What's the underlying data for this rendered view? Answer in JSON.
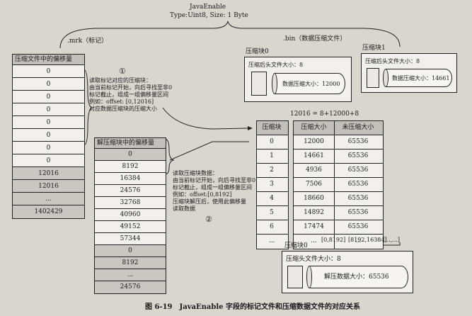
{
  "top": {
    "title": "JavaEnable",
    "subtitle": "Type:Uint8, Size: 1 Byte"
  },
  "mrk_label": ".mrk（标记）",
  "bin_label": ".bin（数据压缩文件）",
  "left_table": {
    "header": "压缩文件中的偏移量",
    "rows": [
      "0",
      "0",
      "0",
      "0",
      "0",
      "0",
      "0",
      "0",
      "12016",
      "12016",
      "...",
      "1402429"
    ]
  },
  "mid_table": {
    "header": "解压缩块中的偏移量",
    "rows": [
      "0",
      "8192",
      "16384",
      "24576",
      "32768",
      "40960",
      "49152",
      "57344",
      "0",
      "8192",
      "...",
      "24576"
    ]
  },
  "note1": {
    "num": "①",
    "lines": [
      "读取标记对应的压缩块：",
      "由当前标记开始，向后寻找至非0",
      "标记截止，组成一组偏移量区间",
      "例如：offset: [0,12016]",
      "对应数据压缩块的压缩大小"
    ]
  },
  "note2": {
    "num": "②",
    "lines": [
      "读取压缩块数据：",
      "由当前标记开始，向后寻找至非0",
      "标记截止，组成一组偏移量区间",
      "例如：offset:[0,8192]",
      "压缩块解压后，使用此偏移量",
      "读取数据"
    ]
  },
  "block0": {
    "title": "压缩块0",
    "head": "压缩后头文件大小：8",
    "data": "数据压缩大小：12000"
  },
  "block1": {
    "title": "压缩块1",
    "head": "压缩后头文件大小：8",
    "data": "数据压缩大小：14661"
  },
  "equation": "12016 = 8+12000+8",
  "block_table": {
    "headers": [
      "压缩块",
      "压缩大小",
      "未压缩大小"
    ],
    "rows": [
      [
        "0",
        "12000",
        "65536"
      ],
      [
        "1",
        "14661",
        "65536"
      ],
      [
        "2",
        "4936",
        "65536"
      ],
      [
        "3",
        "7506",
        "65536"
      ],
      [
        "4",
        "18660",
        "65536"
      ],
      [
        "5",
        "14892",
        "65536"
      ],
      [
        "6",
        "17474",
        "65536"
      ],
      [
        "...",
        "...",
        "..."
      ]
    ]
  },
  "bottom": {
    "title": "压缩块0",
    "ranges": [
      "[0,8192]",
      "[8192,16384]",
      "[...,...]"
    ],
    "head": "压缩头文件大小：8",
    "data": "解压数据大小：65536"
  },
  "caption": "图 6-19　JavaEnable 字段的标记文件和压缩数据文件的对应关系"
}
